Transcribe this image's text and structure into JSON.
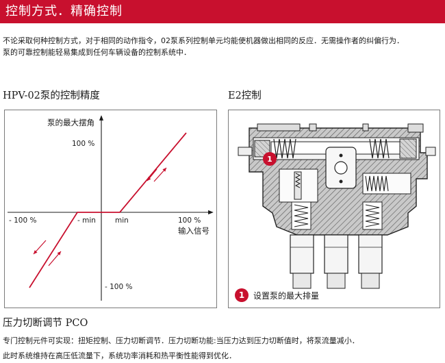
{
  "header": {
    "title": "控制方式．精确控制"
  },
  "intro": {
    "line1": "不论采取何种控制方式，对于相同的动作指令，02泵系列控制单元均能使机器做出相同的反应．无需操作者的纠偏行为．",
    "line2": "泵的可靠控制能轻易集成到任何车辆设备的控制系统中．"
  },
  "left_section": {
    "title": "HPV-02泵的控制精度"
  },
  "right_section": {
    "title": "E2控制"
  },
  "chart_data": {
    "type": "line",
    "xlabel": "输入信号",
    "ylabel": "泵的最大摆角",
    "x_ticks": [
      "- 100 %",
      "- min",
      "min",
      "100 %"
    ],
    "y_ticks": [
      "100 %",
      "- 100 %"
    ],
    "x": [
      -100,
      -10,
      10,
      100
    ],
    "series": [
      {
        "values": [
          -100,
          0,
          0,
          100
        ]
      }
    ],
    "colors": {
      "line": "#c8102e",
      "axis": "#1a1a1a"
    }
  },
  "diagram": {
    "badge_number": "1",
    "legend_label": "设置泵的最大排量"
  },
  "pco": {
    "title": "压力切断调节 PCO",
    "line1": "专门控制元件可实现：扭矩控制、压力切断调节．压力切断功能:当压力达到压力切断值时，将泵流量减小．",
    "line2": "此时系统维持在高压低流量下，系统功率消耗和热平衡性能得到优化．"
  },
  "colors": {
    "brand_red": "#c8102e"
  }
}
